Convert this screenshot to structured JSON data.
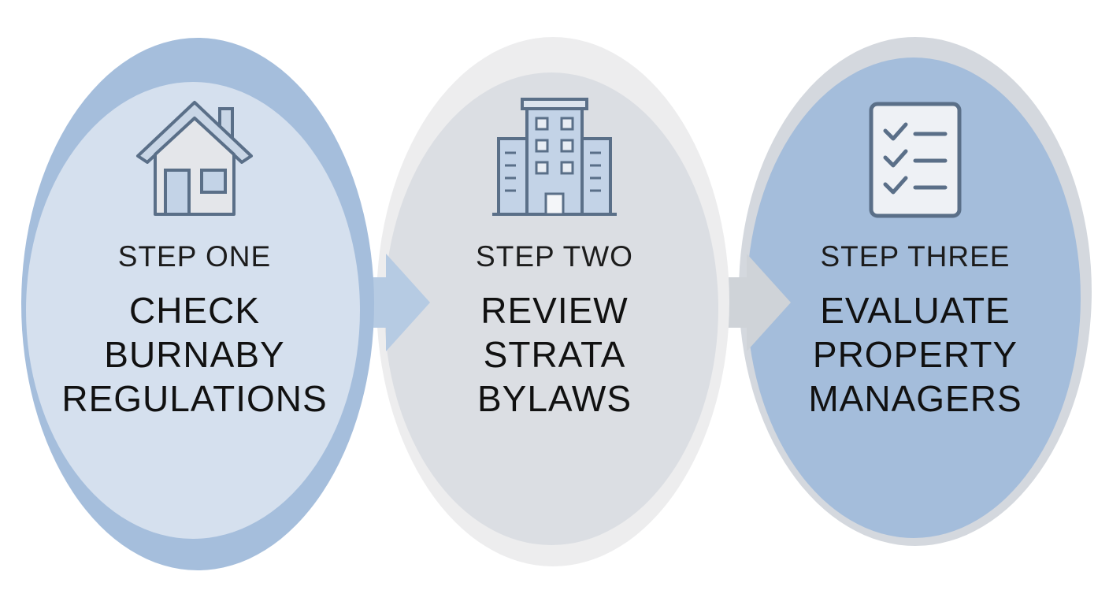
{
  "colors": {
    "step_one_fill": "#d5e0ee",
    "step_one_ring": "#a5bedc",
    "step_two_fill": "#dbdee3",
    "step_two_ring": "#ededee",
    "step_three_fill": "#a4bddb",
    "step_three_ring": "#d4d8de",
    "icon_stroke": "#5a6f88",
    "arrow_one": "#b6cbe3",
    "arrow_two": "#cfd3d8",
    "text": "#111111"
  },
  "steps": [
    {
      "label": "STEP ONE",
      "title_lines": [
        "CHECK",
        "BURNABY",
        "REGULATIONS"
      ],
      "icon": "house-icon"
    },
    {
      "label": "STEP TWO",
      "title_lines": [
        "REVIEW",
        "STRATA",
        "BYLAWS"
      ],
      "icon": "building-icon"
    },
    {
      "label": "STEP THREE",
      "title_lines": [
        "EVALUATE",
        "PROPERTY",
        "MANAGERS"
      ],
      "icon": "checklist-icon"
    }
  ]
}
